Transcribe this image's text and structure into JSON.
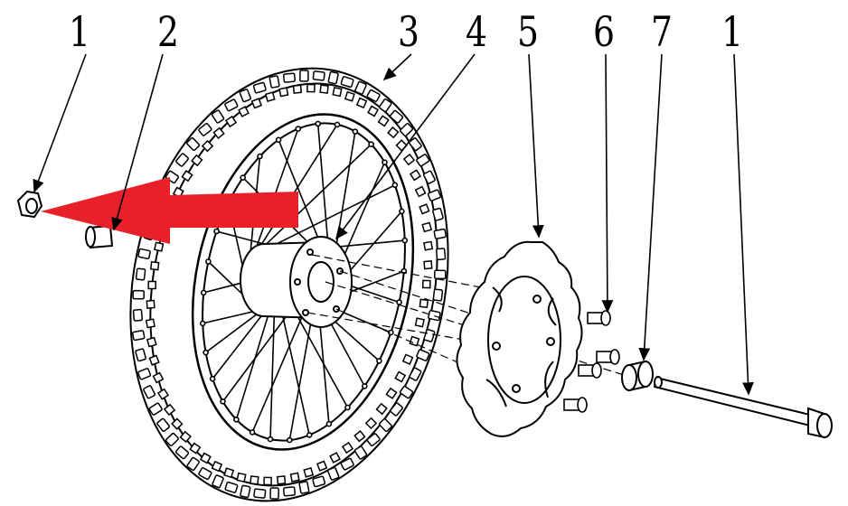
{
  "callouts": [
    {
      "id": "c1a",
      "text": "1"
    },
    {
      "id": "c2",
      "text": "2"
    },
    {
      "id": "c3",
      "text": "3"
    },
    {
      "id": "c4",
      "text": "4"
    },
    {
      "id": "c5",
      "text": "5"
    },
    {
      "id": "c6",
      "text": "6"
    },
    {
      "id": "c7",
      "text": "7"
    },
    {
      "id": "c1b",
      "text": "1"
    }
  ],
  "colors": {
    "arrow": "#e8202a",
    "line": "#000000",
    "background": "#ffffff"
  }
}
